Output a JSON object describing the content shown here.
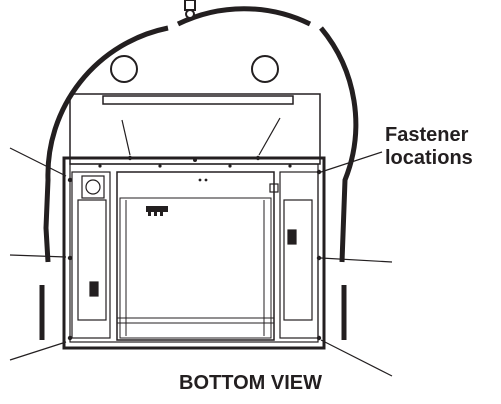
{
  "labels": {
    "callout_line1": "Fastener",
    "callout_line2": "locations",
    "view_title": "BOTTOM VIEW"
  },
  "colors": {
    "ink": "#231f20",
    "paper": "#ffffff"
  }
}
